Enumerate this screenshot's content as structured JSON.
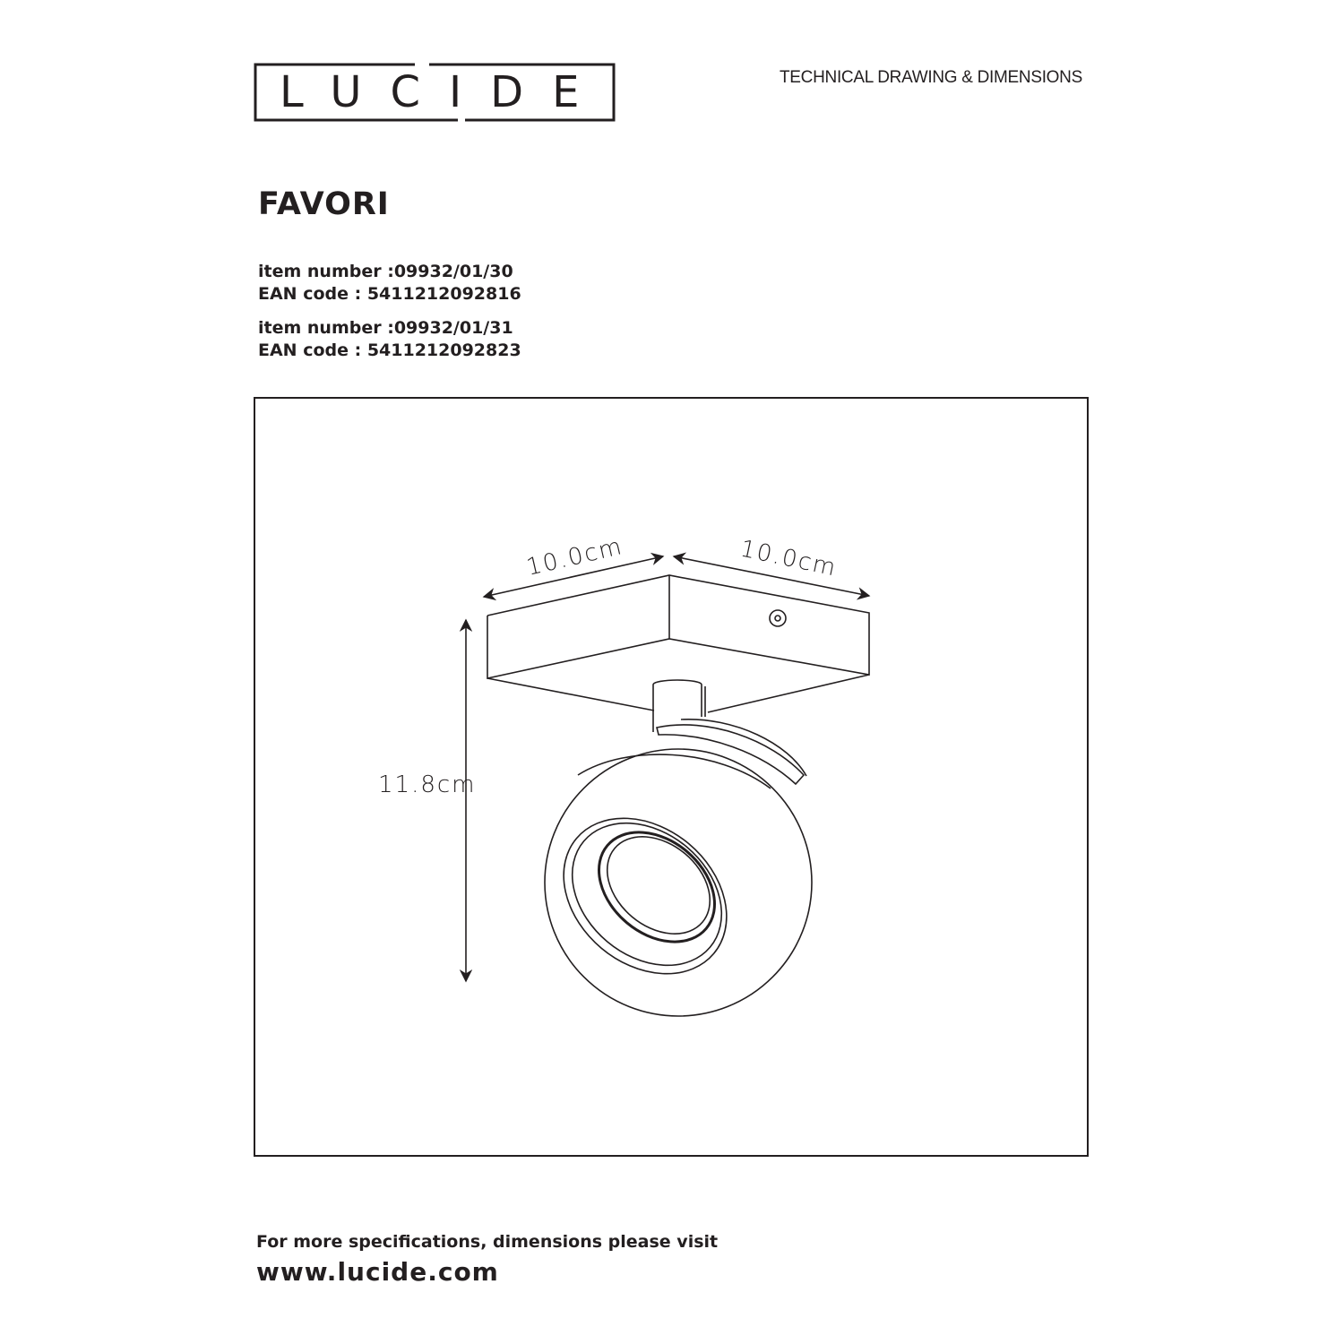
{
  "header": {
    "brand_logo": "LUCIDE",
    "doc_type": "TECHNICAL DRAWING & DIMENSIONS"
  },
  "product": {
    "name": "FAVORI",
    "variants": [
      {
        "item_number": "item number :09932/01/30",
        "ean": "EAN code : 5411212092816"
      },
      {
        "item_number": "item number :09932/01/31",
        "ean": "EAN code : 5411212092823"
      }
    ]
  },
  "dimensions": {
    "width": "10.0cm",
    "depth": "10.0cm",
    "height": "11.8cm"
  },
  "footer": {
    "note": "For more specifications, dimensions please visit",
    "url": "www.lucide.com"
  }
}
